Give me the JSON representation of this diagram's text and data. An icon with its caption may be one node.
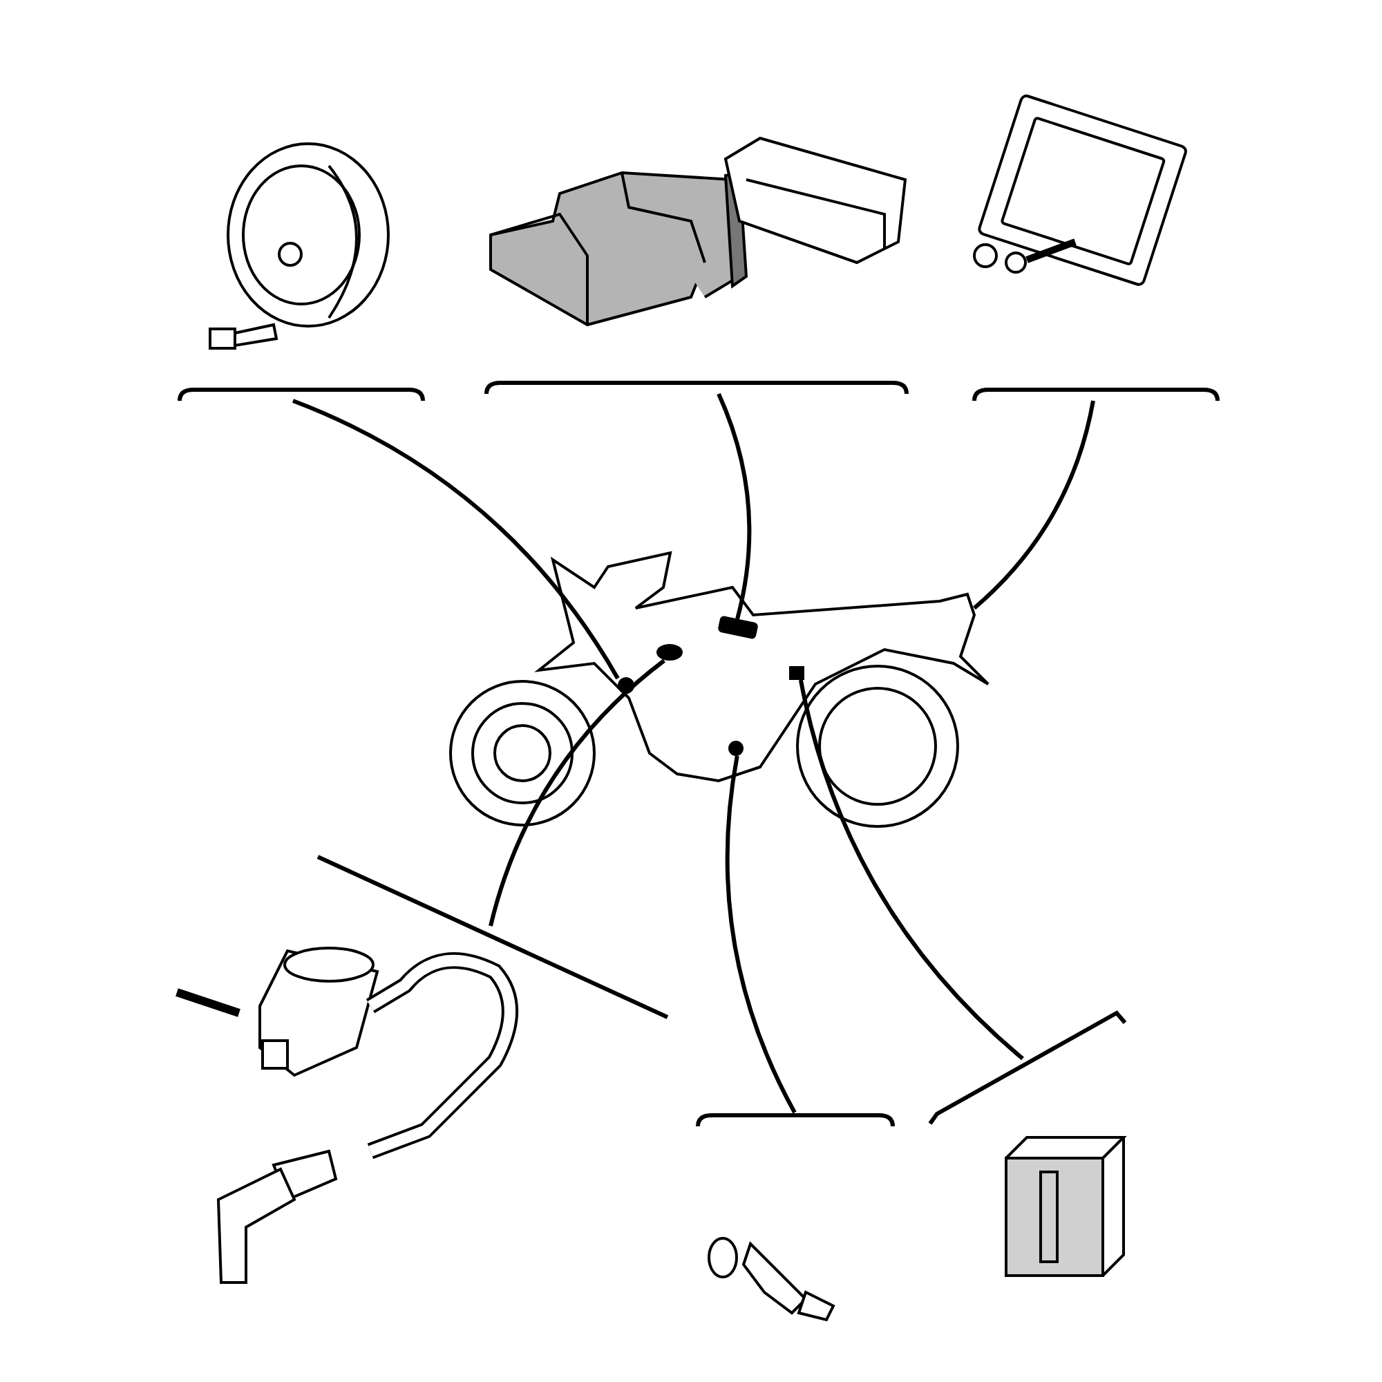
{
  "diagram": {
    "nodes": [
      {
        "text": [],
        "shape": "picture"
      },
      {
        "text": [],
        "shape": "picture"
      },
      {
        "text": [],
        "shape": "picture"
      },
      {
        "text": [],
        "shape": "picture"
      },
      {
        "text": [],
        "shape": "bar",
        "in": 3
      },
      {
        "text": [],
        "shape": "circle",
        "in": 3
      },
      {
        "text": [],
        "shape": "box",
        "in": 3
      },
      {
        "text": [],
        "shape": "circle",
        "in": 3
      },
      {
        "text": [],
        "shape": "circle",
        "in": 3
      },
      {
        "text": [],
        "shape": "picture"
      },
      {
        "text": [],
        "shape": "picture"
      },
      {
        "text": [],
        "shape": "picture"
      }
    ],
    "edges": [
      {
        "from": 0,
        "to": 7,
        "arrow": "none"
      },
      {
        "from": 1,
        "to": 4,
        "arrow": "none"
      },
      {
        "from": 2,
        "to": 3,
        "arrow": "none"
      },
      {
        "from": 9,
        "to": 5,
        "arrow": "none"
      },
      {
        "from": 10,
        "to": 8,
        "arrow": "none"
      },
      {
        "from": 11,
        "to": 6,
        "arrow": "none"
      }
    ]
  }
}
